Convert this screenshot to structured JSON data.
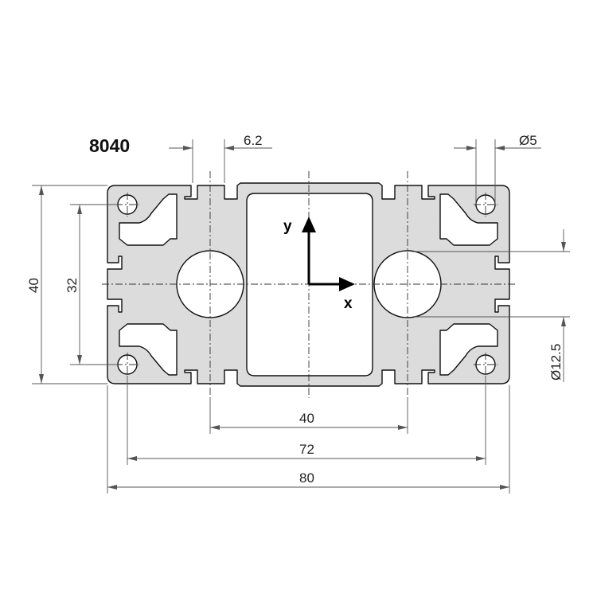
{
  "profile": {
    "title": "8040"
  },
  "dimensions": {
    "slot_width": "6.2",
    "hole_diameter": "Ø5",
    "height_total": "40",
    "height_inner": "32",
    "bore_diameter": "Ø12.5",
    "spacing_center": "40",
    "spacing_holes": "72",
    "width_total": "80"
  },
  "axes": {
    "x_label": "x",
    "y_label": "y"
  }
}
